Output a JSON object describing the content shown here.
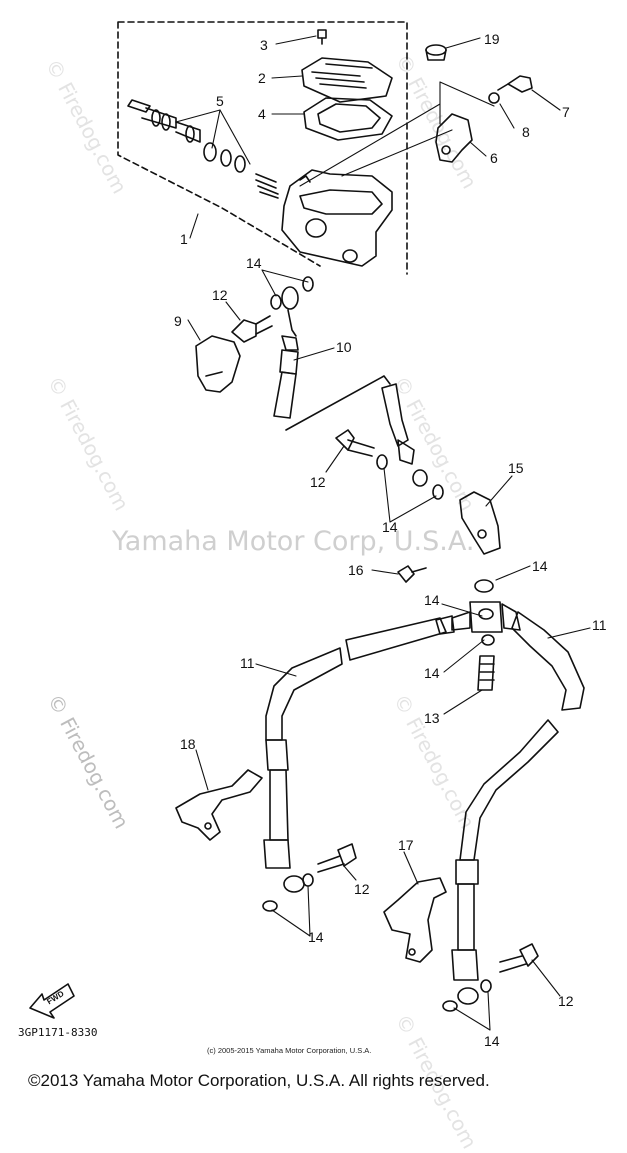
{
  "watermarks": {
    "firedog": "© Firedog.com",
    "center_brand": "Yamaha Motor Corp, U.S.A."
  },
  "callouts": {
    "c1": "1",
    "c2": "2",
    "c3": "3",
    "c4": "4",
    "c5": "5",
    "c6": "6",
    "c7": "7",
    "c8": "8",
    "c9": "9",
    "c10": "10",
    "c11": "11",
    "c12": "12",
    "c13": "13",
    "c14": "14",
    "c15": "15",
    "c16": "16",
    "c17": "17",
    "c18": "18",
    "c19": "19"
  },
  "fwd_label": "FWD",
  "part_code": "3GP1171-8330",
  "small_copyright": "(c) 2005-2015 Yamaha Motor Corporation, U.S.A.",
  "copyright": "©2013 Yamaha Motor Corporation, U.S.A. All rights reserved.",
  "colors": {
    "line": "#111111",
    "watermark": "#e3e3e3"
  }
}
